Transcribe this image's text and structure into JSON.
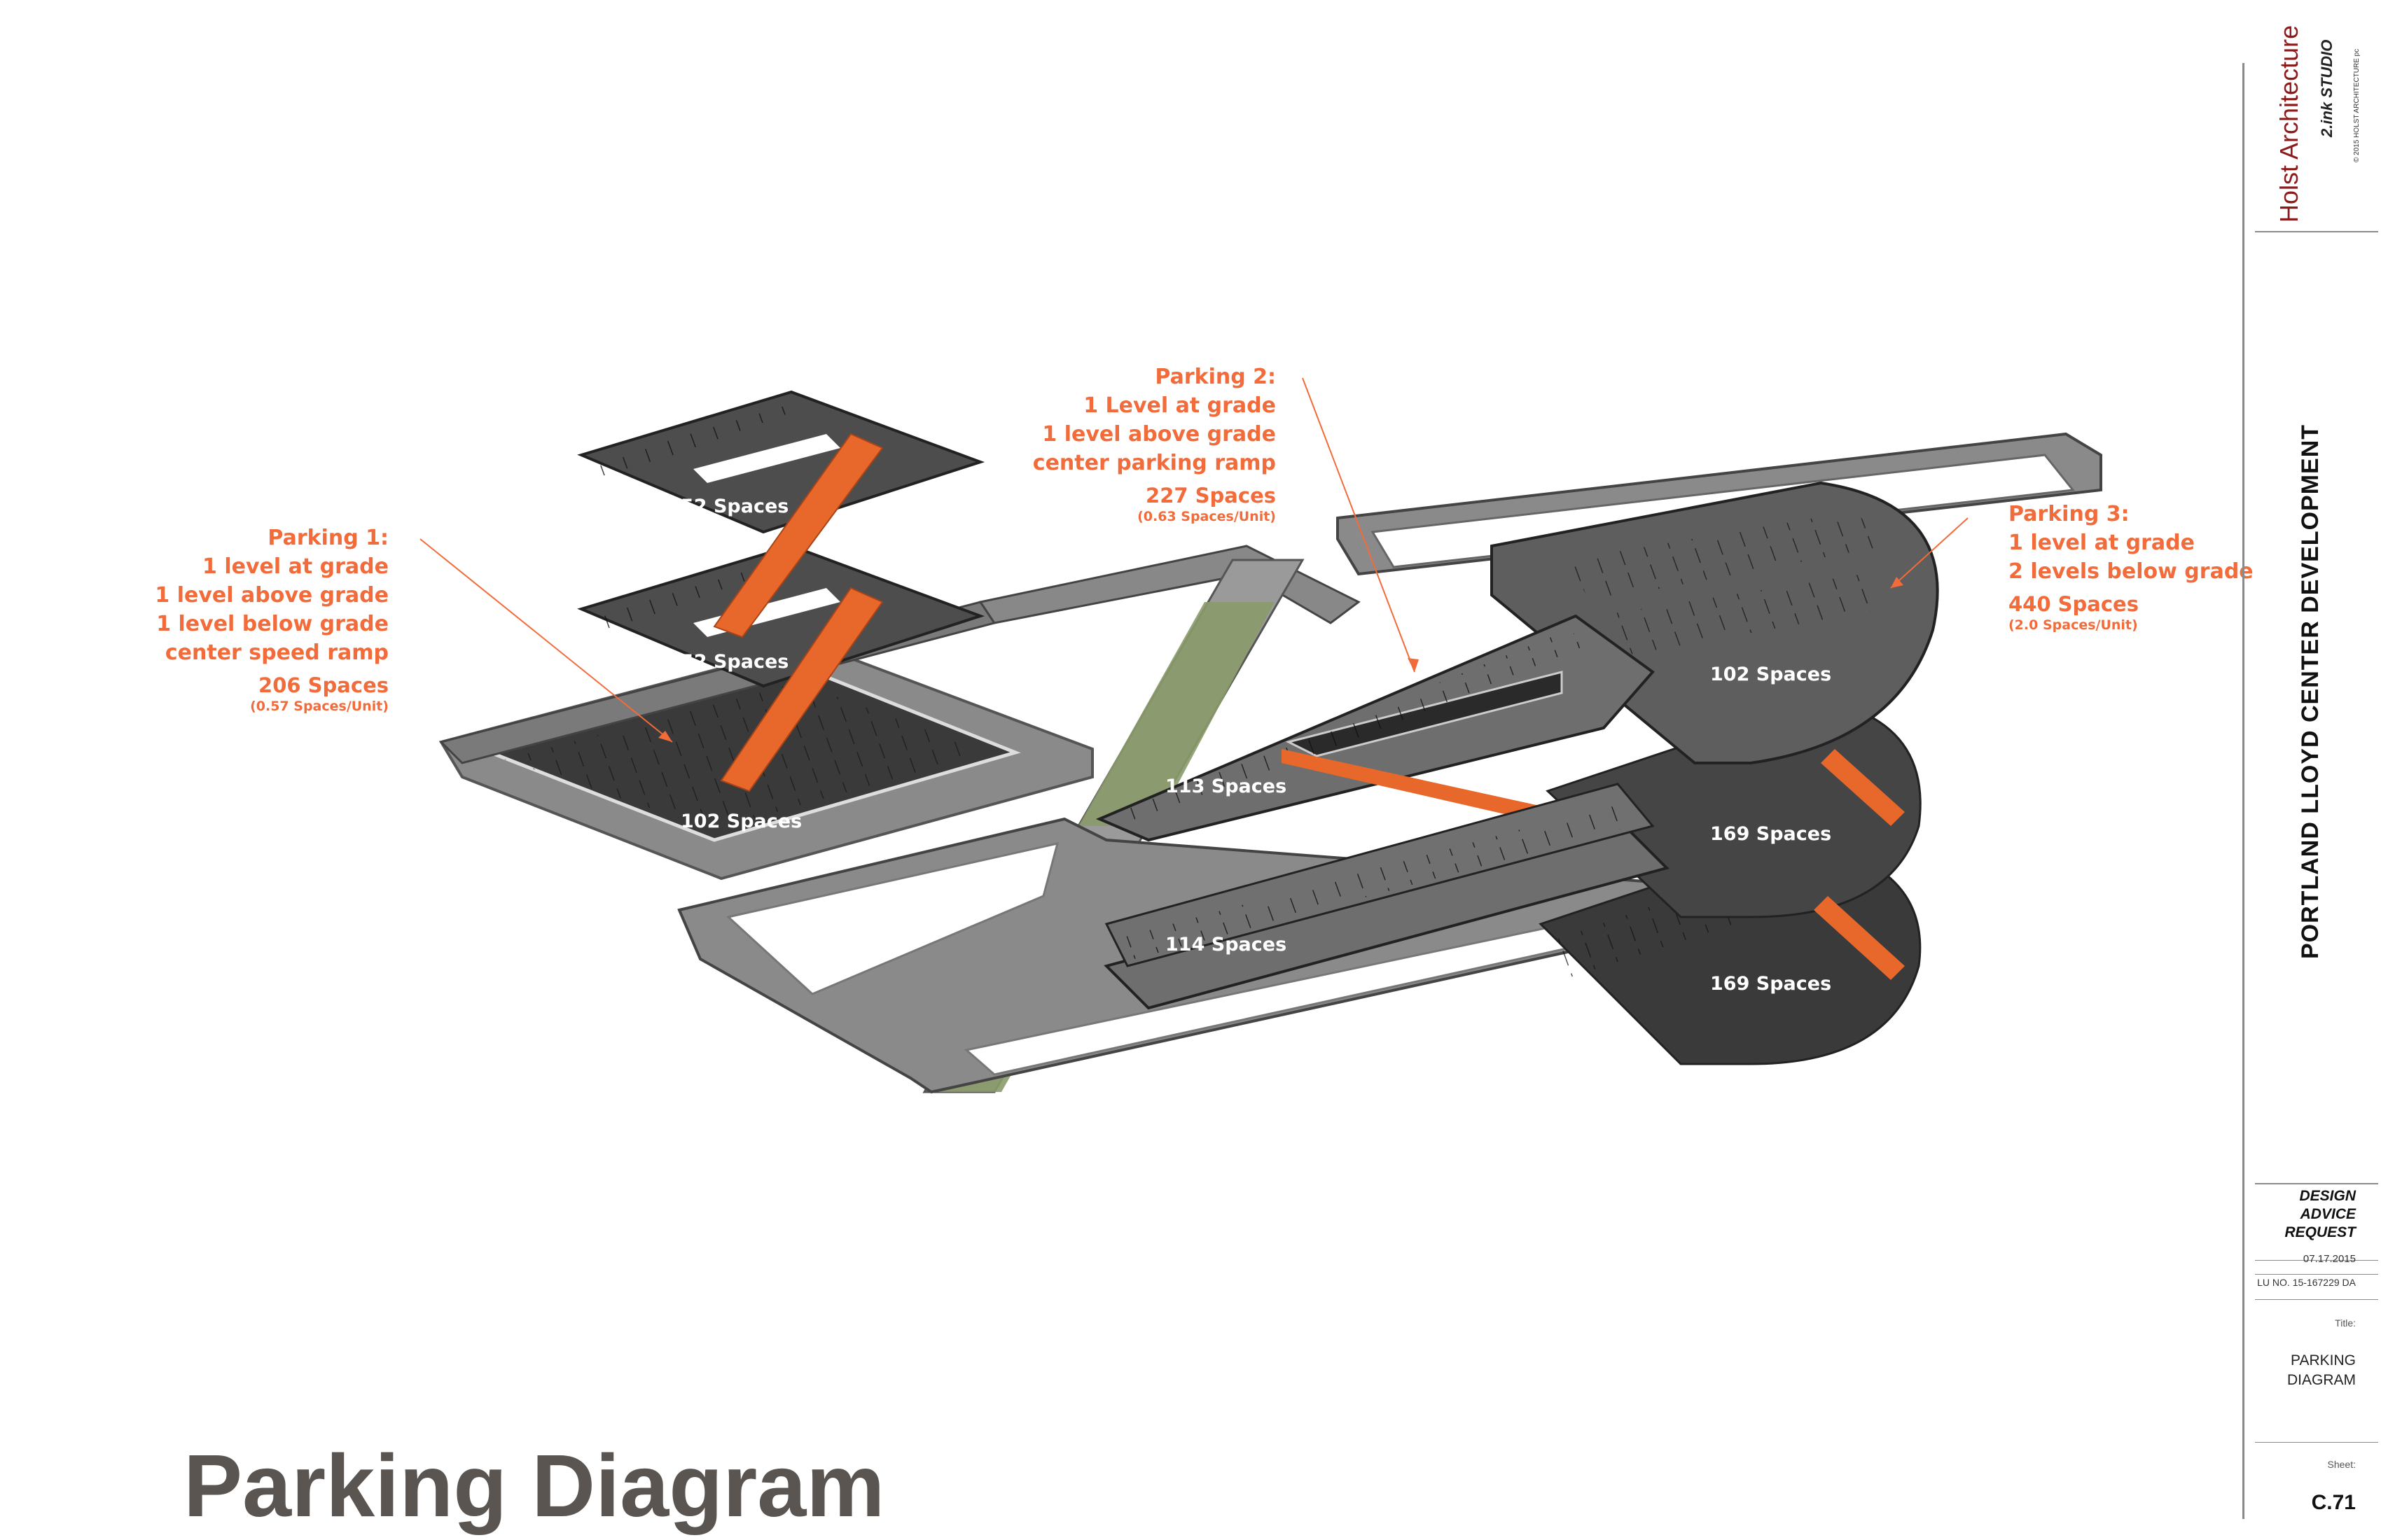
{
  "page_title": "Parking Diagram",
  "callouts": {
    "parking1": {
      "lines": [
        "Parking 1:",
        "1 level at grade",
        "1 level above grade",
        "1 level below grade",
        "center speed ramp"
      ],
      "total": "206 Spaces",
      "ratio": "(0.57 Spaces/Unit)"
    },
    "parking2": {
      "lines": [
        "Parking 2:",
        "1 Level at grade",
        "1 level above grade",
        "center parking ramp"
      ],
      "total": "227 Spaces",
      "ratio": "(0.63 Spaces/Unit)"
    },
    "parking3": {
      "lines": [
        "Parking 3:",
        "1 level at grade",
        "2 levels below grade"
      ],
      "total": "440 Spaces",
      "ratio": "(2.0 Spaces/Unit)"
    }
  },
  "level_labels": {
    "p1_upper": "52 Spaces",
    "p1_middle": "52 Spaces",
    "p1_ground": "102 Spaces",
    "p2_upper": "113 Spaces",
    "p2_ground": "114 Spaces",
    "p3_grade": "102 Spaces",
    "p3_below1": "169 Spaces",
    "p3_below2": "169 Spaces"
  },
  "title_block": {
    "firm": "Holst Architecture",
    "studio": "2.ink STUDIO",
    "copyright": "© 2015 HOLST ARCHITECTURE pc",
    "project": "PORTLAND LLOYD CENTER DEVELOPMENT",
    "submission": [
      "DESIGN",
      "ADVICE",
      "REQUEST"
    ],
    "date": "07.17.2015",
    "lu_no": "LU NO. 15-167229 DA",
    "title_label": "Title:",
    "sheet_title": [
      "PARKING",
      "DIAGRAM"
    ],
    "sheet_label": "Sheet:",
    "sheet_number": "C.71"
  },
  "colors": {
    "accent": "#f26b3a",
    "slab_dark": "#4d4d4d",
    "slab_mid": "#6e6e6e",
    "walkway_green": "#8a9a6a",
    "title_gray": "#5b5552",
    "firm_red": "#8b1a1a"
  }
}
